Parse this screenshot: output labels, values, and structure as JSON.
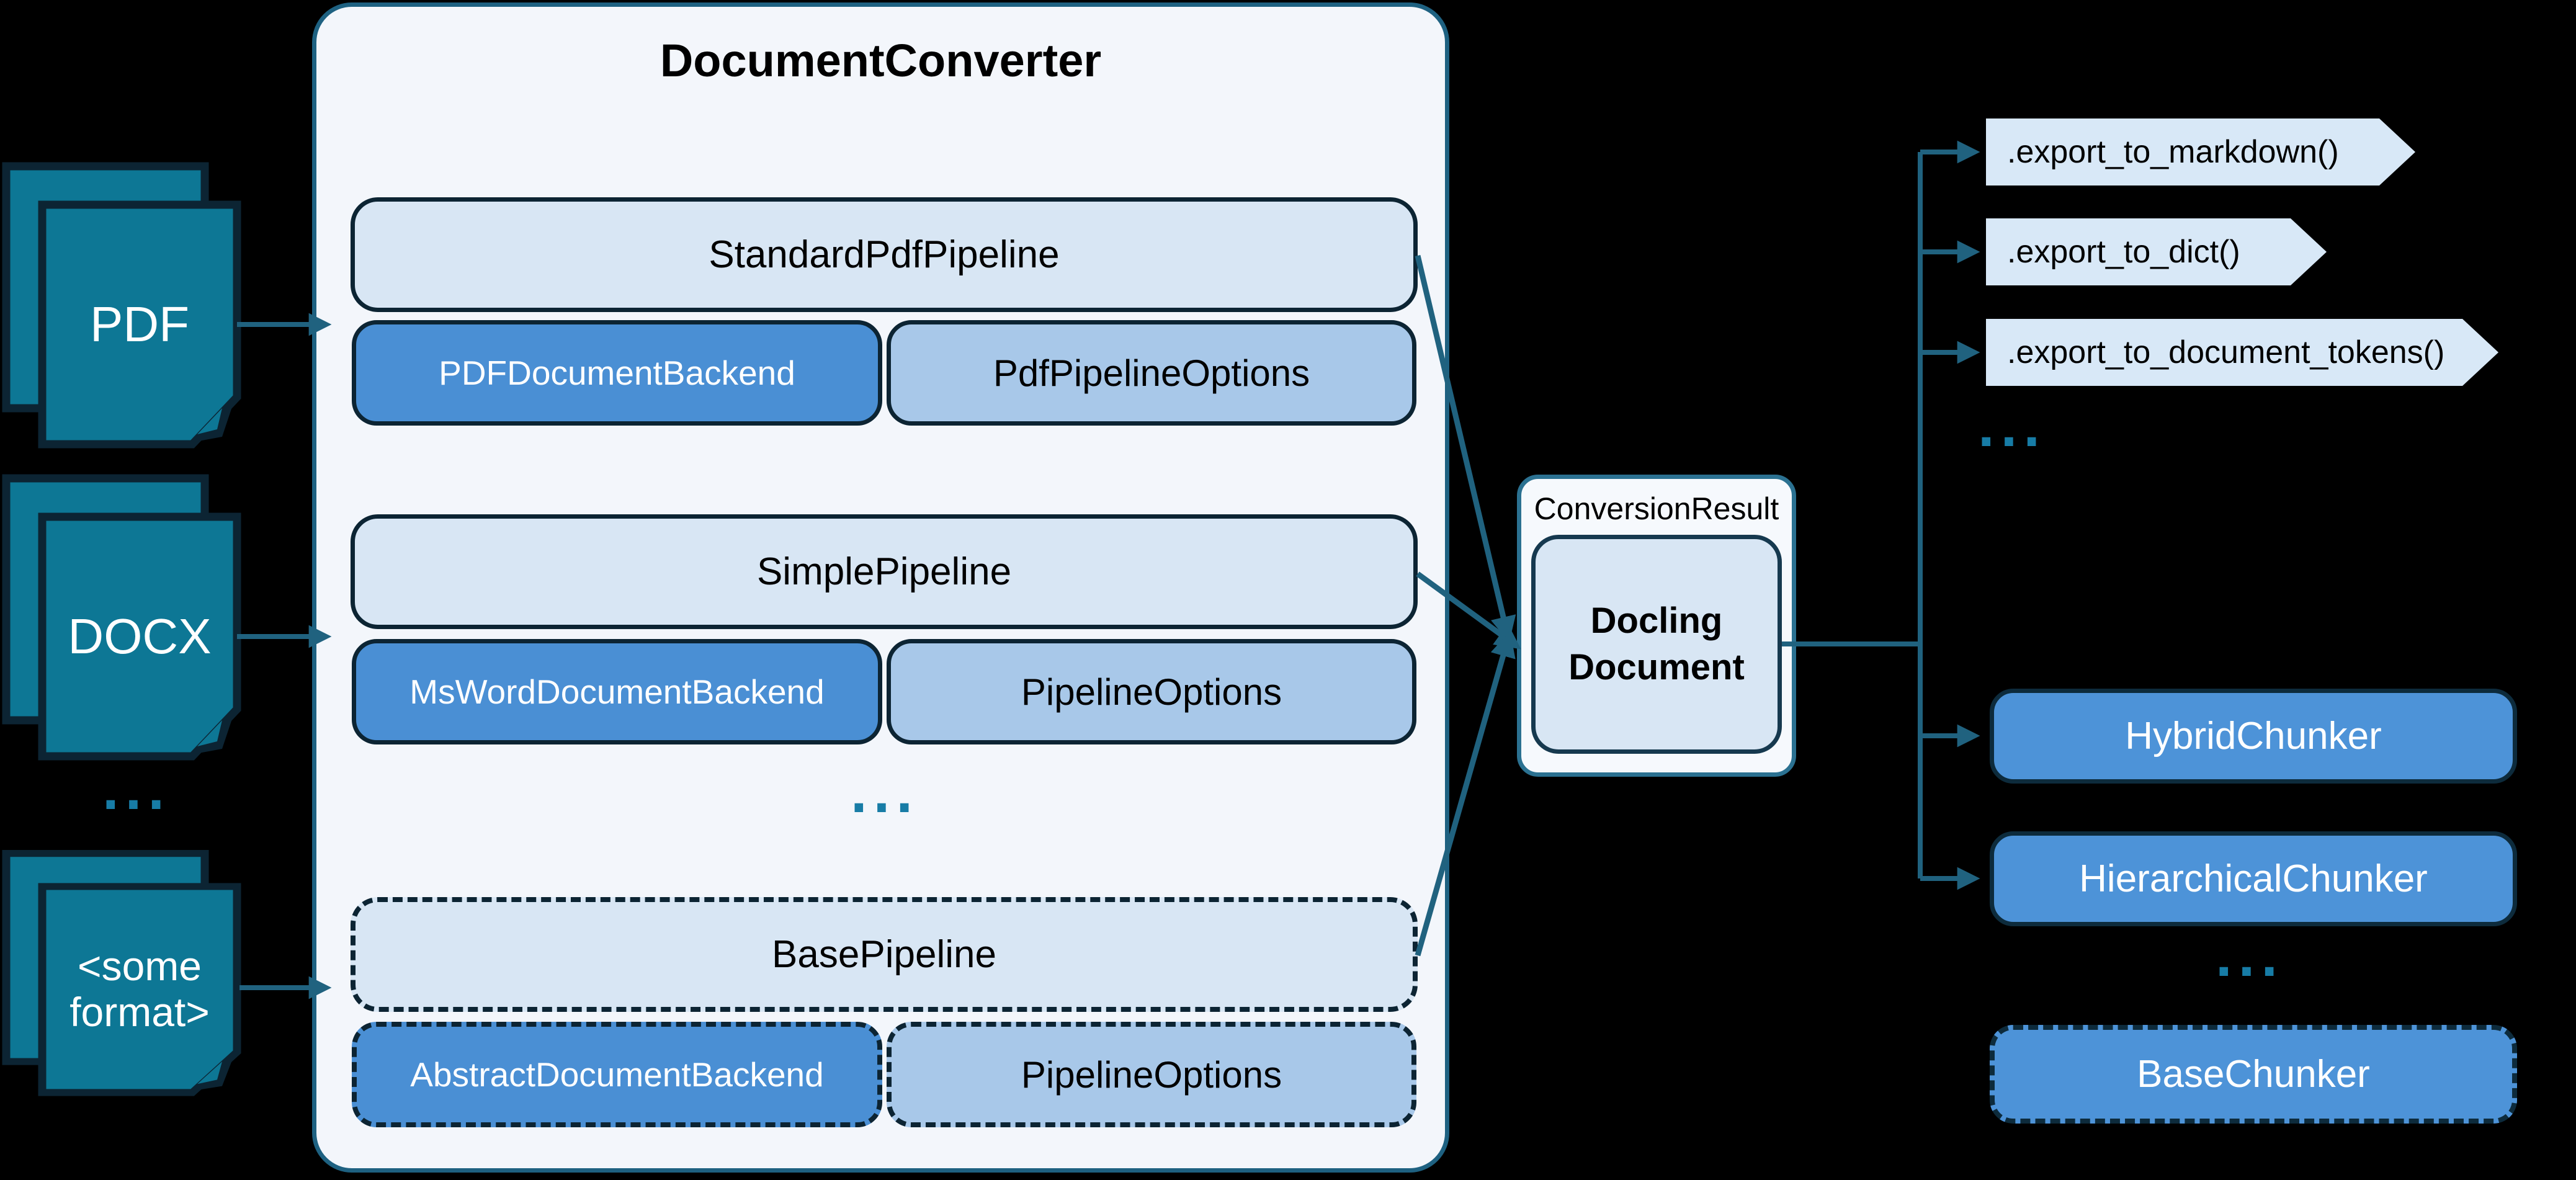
{
  "converter": {
    "title": "DocumentConverter",
    "ellipsis": "...",
    "pipelines": [
      {
        "name": "StandardPdfPipeline",
        "backend": "PDFDocumentBackend",
        "options": "PdfPipelineOptions"
      },
      {
        "name": "SimplePipeline",
        "backend": "MsWordDocumentBackend",
        "options": "PipelineOptions"
      },
      {
        "name": "BasePipeline",
        "backend": "AbstractDocumentBackend",
        "options": "PipelineOptions"
      }
    ]
  },
  "inputs": {
    "pdf": "PDF",
    "docx": "DOCX",
    "ellipsis": "...",
    "other_line1": "<some",
    "other_line2": "format>"
  },
  "result": {
    "label": "ConversionResult",
    "document_line1": "Docling",
    "document_line2": "Document"
  },
  "exports": {
    "methods": [
      ".export_to_markdown()",
      ".export_to_dict()",
      ".export_to_document_tokens()"
    ],
    "ellipsis": "..."
  },
  "chunkers": {
    "items": [
      "HybridChunker",
      "HierarchicalChunker"
    ],
    "ellipsis": "...",
    "base": "BaseChunker"
  },
  "colors": {
    "background": "#000000",
    "icon_fill": "#0d7795",
    "dark_border": "#0c2433",
    "teal_arrow": "#20627f",
    "light_box": "#d8e6f4",
    "mid_blue": "#4a8fd4",
    "pale_blue": "#a8c8e9",
    "chunker_blue": "#4d93d8",
    "converter_border": "#1e6181"
  }
}
